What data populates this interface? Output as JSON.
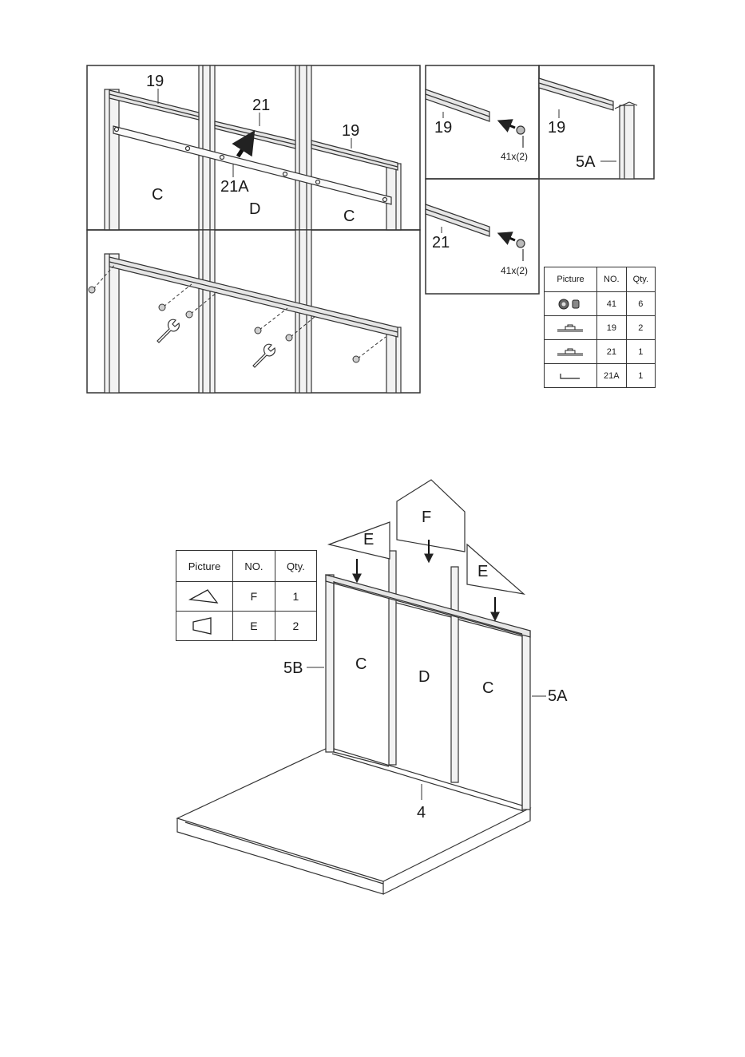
{
  "step1": {
    "top_left": {
      "label_19a": "19",
      "label_21": "21",
      "label_19b": "19",
      "label_21a": "21A",
      "panel_c1": "C",
      "panel_d": "D",
      "panel_c2": "C"
    },
    "detail_a": {
      "part": "19",
      "qty": "41x(2)"
    },
    "detail_b": {
      "part": "19",
      "post": "5A"
    },
    "detail_c": {
      "part": "21",
      "qty": "41x(2)"
    }
  },
  "parts_table_1": {
    "headers": [
      "Picture",
      "NO.",
      "Qty."
    ],
    "rows": [
      {
        "icon": "bolt-nut-icon",
        "no": "41",
        "qty": "6"
      },
      {
        "icon": "rail-profile-icon",
        "no": "19",
        "qty": "2"
      },
      {
        "icon": "rail-profile-icon",
        "no": "21",
        "qty": "1"
      },
      {
        "icon": "bracket-profile-icon",
        "no": "21A",
        "qty": "1"
      }
    ]
  },
  "step2": {
    "panel_f": "F",
    "panel_e_left": "E",
    "panel_e_right": "E",
    "panel_c_left": "C",
    "panel_d": "D",
    "panel_c_right": "C",
    "post_left": "5B",
    "post_right": "5A",
    "base": "4"
  },
  "parts_table_2": {
    "headers": [
      "Picture",
      "NO.",
      "Qty."
    ],
    "rows": [
      {
        "icon": "triangle-panel-icon",
        "no": "F",
        "qty": "1"
      },
      {
        "icon": "trapezoid-panel-icon",
        "no": "E",
        "qty": "2"
      }
    ]
  }
}
